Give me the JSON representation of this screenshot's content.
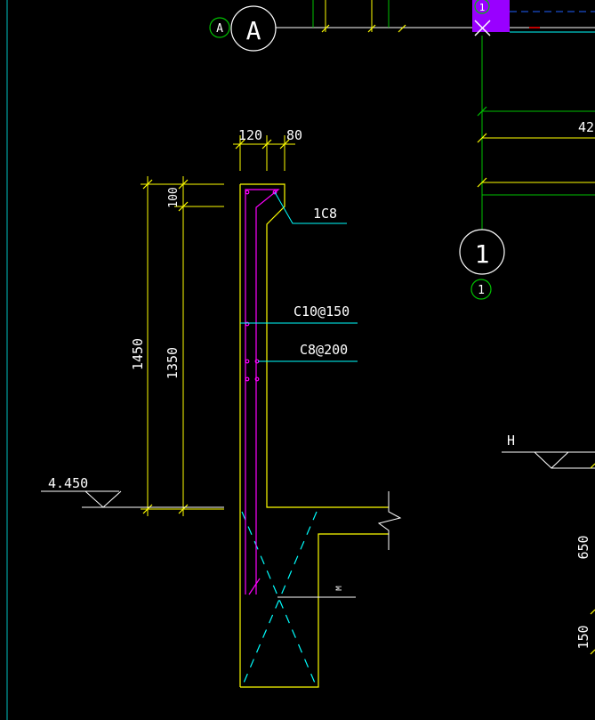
{
  "colors": {
    "background": "#000000",
    "outline": "#ffff00",
    "rebar": "#ff00ff",
    "leader": "#00ffff",
    "grid": "#00c000",
    "hatch": "#00ffff",
    "text": "#ffffff",
    "highlight": "#9900ff"
  },
  "grid_axes": {
    "axis_a_label": "A",
    "axis_a_marker": "A",
    "axis_1_label": "1",
    "axis_1_marker_bottom": "1",
    "axis_1_marker_top": "1"
  },
  "dimensions": {
    "top_left": "120",
    "top_right": "80",
    "overall_height": "1450",
    "upper_part": "100",
    "lower_part": "1350",
    "right_650": "650",
    "right_150": "150",
    "right_top_partial": "42"
  },
  "rebar_labels": {
    "corner_bar": "1C8",
    "horizontal_bar": "C10@150",
    "vertical_bar": "C8@200",
    "small_note": "M"
  },
  "elevations": {
    "left_level": "4.450",
    "right_level": "H"
  }
}
